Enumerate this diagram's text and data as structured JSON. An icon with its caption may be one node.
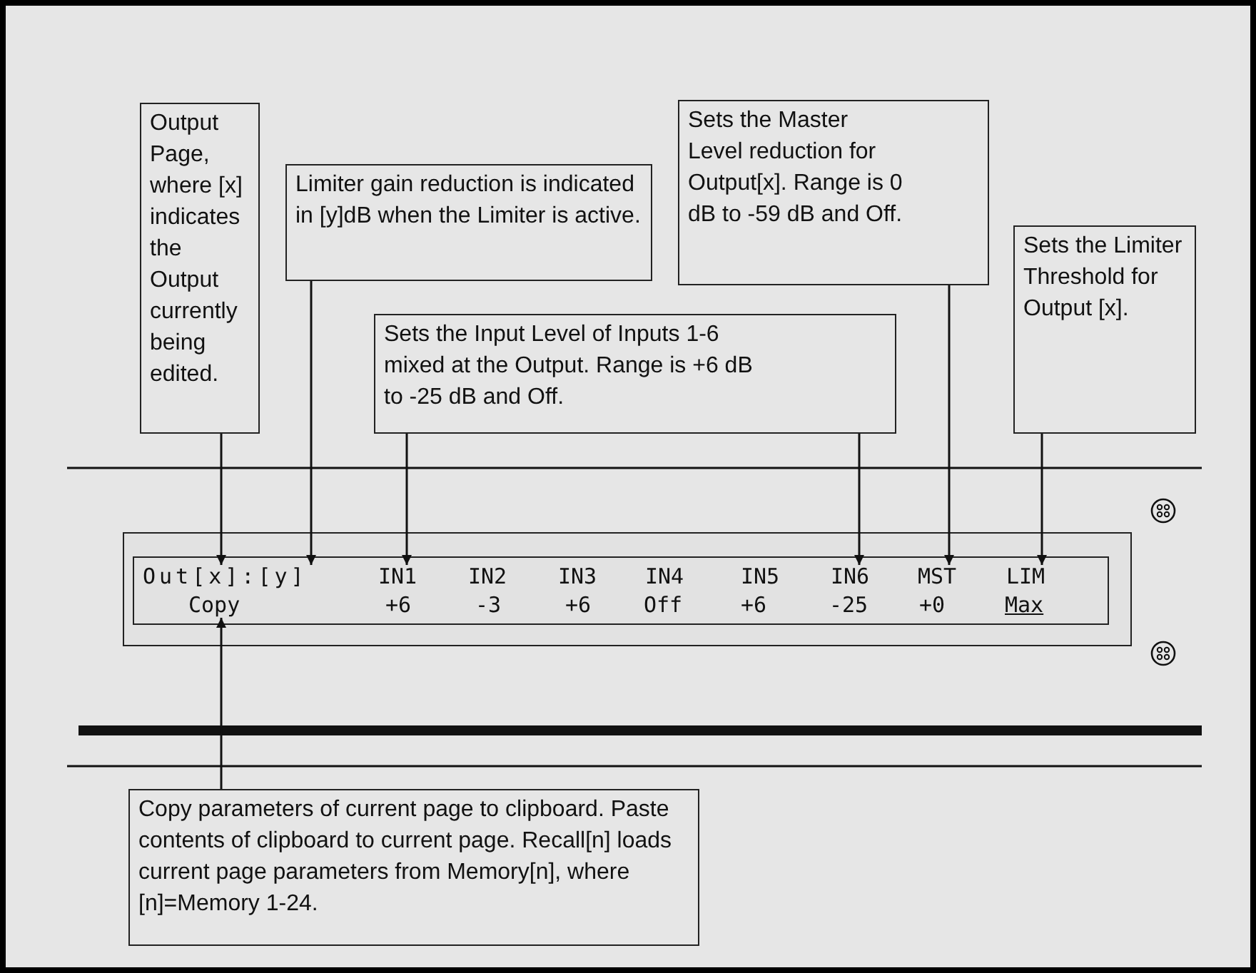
{
  "diagram": {
    "nodes": [
      {
        "text": [
          "Output Page, where [x] indicates the Output currently being edited."
        ]
      },
      {
        "text": [
          "Limiter gain reduction is indicated in [y]dB when the Limiter is active."
        ]
      },
      {
        "text": [
          "Sets the Master Level reduction for Output[x]. Range is 0 dB to -59 dB and Off."
        ]
      },
      {
        "text": [
          "Sets the Input Level of Inputs 1-6 mixed at the Output. Range is +6 dB to -25 dB and Off."
        ]
      },
      {
        "text": [
          "Sets the Limiter Threshold for Output [x]."
        ]
      },
      {
        "text": [],
        "shape": "box"
      },
      {
        "text": [],
        "shape": "box",
        "in": 5
      },
      {
        "text": [
          "Out[x]:[y]"
        ],
        "in": 6
      },
      {
        "text": [
          "IN1"
        ],
        "in": 6
      },
      {
        "text": [
          "IN2"
        ],
        "in": 6
      },
      {
        "text": [
          "IN3"
        ],
        "in": 6
      },
      {
        "text": [
          "IN4"
        ],
        "in": 6
      },
      {
        "text": [
          "IN5"
        ],
        "in": 6
      },
      {
        "text": [
          "IN6"
        ],
        "in": 6
      },
      {
        "text": [
          "MST"
        ],
        "in": 6
      },
      {
        "text": [
          "LIM"
        ],
        "in": 6
      },
      {
        "text": [
          "Copy"
        ],
        "in": 6
      },
      {
        "text": [
          "+6"
        ],
        "in": 6
      },
      {
        "text": [
          "-3"
        ],
        "in": 6
      },
      {
        "text": [
          "+6"
        ],
        "in": 6
      },
      {
        "text": [
          "Off"
        ],
        "in": 6
      },
      {
        "text": [
          "+6"
        ],
        "in": 6
      },
      {
        "text": [
          "-25"
        ],
        "in": 6
      },
      {
        "text": [
          "+0"
        ],
        "in": 6
      },
      {
        "text": [
          "Max"
        ],
        "in": 6
      },
      {
        "text": [
          "Copy parameters of current page to clipboard. Paste contents of clipboard to current page. Recall[n] loads current page parameters from Memory[n], where [n]=Memory 1-24."
        ]
      }
    ],
    "edges": [
      {
        "from": 0,
        "to": 7,
        "arrow": "to"
      },
      {
        "from": 1,
        "to": 7,
        "arrow": "to"
      },
      {
        "from": 3,
        "to": 8,
        "arrow": "to"
      },
      {
        "from": 3,
        "to": 13,
        "arrow": "to"
      },
      {
        "from": 2,
        "to": 14,
        "arrow": "to"
      },
      {
        "from": 4,
        "to": 15,
        "arrow": "to"
      },
      {
        "from": 25,
        "to": 16,
        "arrow": "to"
      }
    ]
  }
}
